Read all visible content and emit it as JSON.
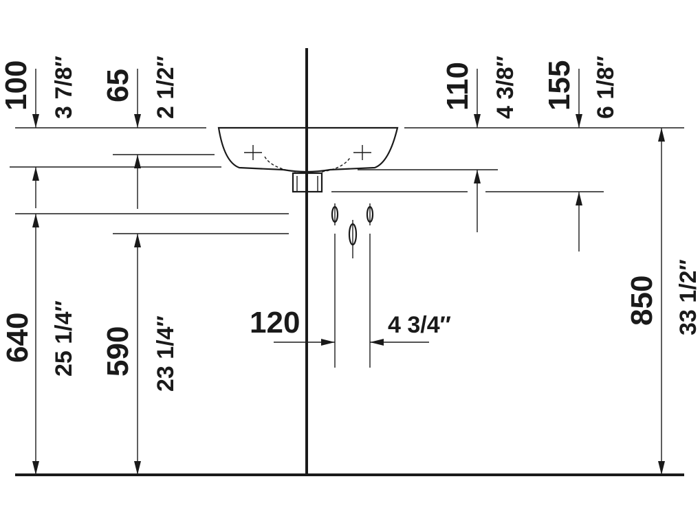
{
  "dimensions": {
    "left_top_mm": "100",
    "left_top_in": "3 7/8″",
    "mid_top_mm": "65",
    "mid_top_in": "2 1/2″",
    "right_top1_mm": "110",
    "right_top1_in": "4 3/8″",
    "right_top2_mm": "155",
    "right_top2_in": "6 1/8″",
    "height_640_mm": "640",
    "height_640_in": "25 1/4″",
    "height_590_mm": "590",
    "height_590_in": "23 1/4″",
    "height_850_mm": "850",
    "height_850_in": "33 1/2″",
    "spacing_mm": "120",
    "spacing_in": "4 3/4″"
  },
  "colors": {
    "ink": "#1a1a1a",
    "background": "#ffffff"
  }
}
